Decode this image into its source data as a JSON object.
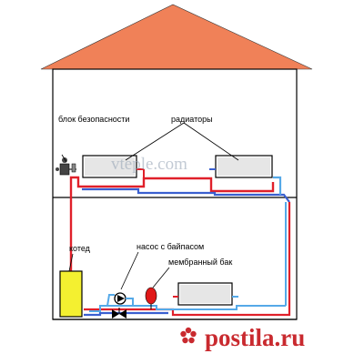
{
  "labels": {
    "safety_block": "блок безопасности",
    "radiators": "радиаторы",
    "boiler": "котед",
    "pump": "насос с байпасом",
    "expansion_tank": "мембранный бак"
  },
  "watermarks": {
    "site": "vteple.com",
    "postila": "postila.ru"
  },
  "colors": {
    "roof": "#f08158",
    "supply_pipe": "#e0202a",
    "return_pipe": "#3a5fd0",
    "cold_pipe": "#55a9e8",
    "boiler": "#f4f030",
    "tank": "#e01818",
    "watermark_red": "#c92a2f"
  }
}
